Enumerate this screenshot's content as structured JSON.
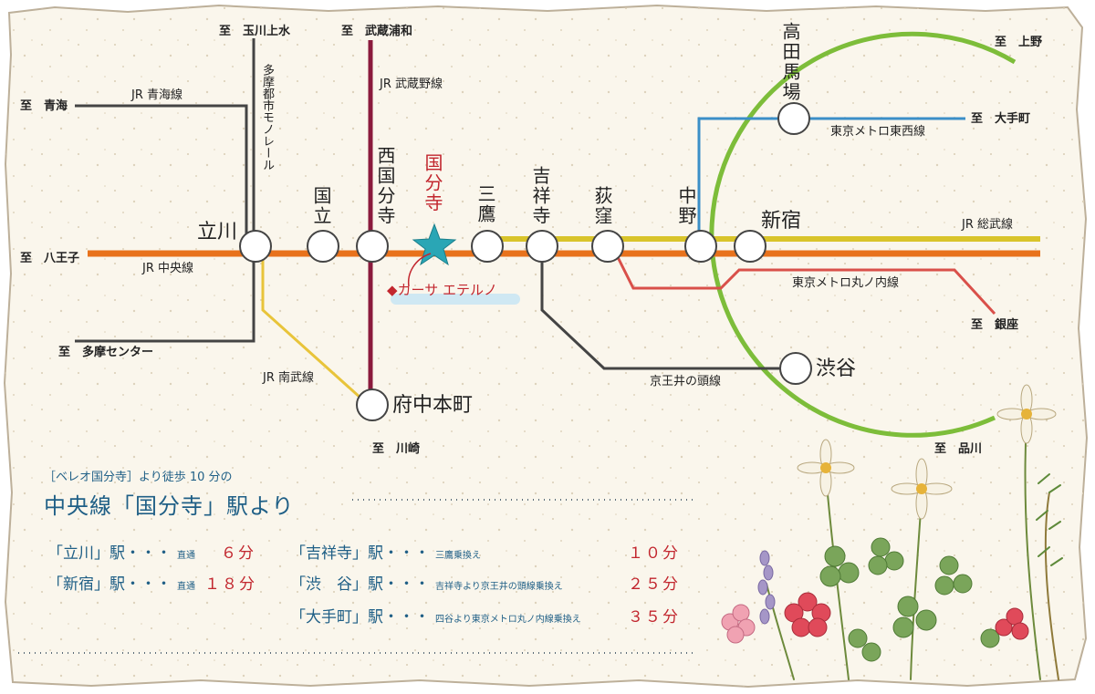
{
  "map": {
    "destinations": {
      "tamagawa_jousui": "至　玉川上水",
      "musashi_urawa": "至　武蔵浦和",
      "ome": "至　青海",
      "hachioji": "至　八王子",
      "tama_center": "至　多摩センター",
      "kawasaki": "至　川崎",
      "ueno": "至　上野",
      "otemachi": "至　大手町",
      "ginza": "至　銀座",
      "shinagawa": "至　品川"
    },
    "lines": {
      "ome": "JR 青海線",
      "monorail": "多摩都市モノレール",
      "musashino": "JR 武蔵野線",
      "chuo": "JR 中央線",
      "nambu": "JR 南武線",
      "sobu": "JR 総武線",
      "tozai": "東京メトロ東西線",
      "marunouchi": "東京メトロ丸ノ内線",
      "inokashira": "京王井の頭線"
    },
    "stations": {
      "tachikawa": "立川",
      "kunitachi": "国立",
      "nishi_kokubunji": "西国分寺",
      "kokubunji": "国分寺",
      "mitaka": "三鷹",
      "kichijoji": "吉祥寺",
      "ogikubo": "荻窪",
      "nakano": "中野",
      "shinjuku": "新宿",
      "takadanobaba": "高田馬場",
      "shibuya": "渋谷",
      "fuchu_honmachi": "府中本町"
    },
    "marker": "◆カーサ エテルノ"
  },
  "info": {
    "subtitle": "［ベレオ国分寺］より徒歩 10 分の",
    "title": "中央線「国分寺」駅より",
    "rows": [
      {
        "station": "「立川」駅・・・",
        "note": "直通",
        "time": "６分"
      },
      {
        "station": "「新宿」駅・・・",
        "note": "直通",
        "time": "１８分"
      },
      {
        "station": "「吉祥寺」駅・・・",
        "note": "三鷹乗換え",
        "time": "１０分"
      },
      {
        "station": "「渋　谷」駅・・・",
        "note": "吉祥寺より京王井の頭線乗換え",
        "time": "２５分"
      },
      {
        "station": "「大手町」駅・・・",
        "note": "四谷より東京メトロ丸ノ内線乗換え",
        "time": "３５分"
      }
    ]
  },
  "colors": {
    "chuo": "#e8721c",
    "sobu": "#d9c42a",
    "musashino": "#8b1a3d",
    "yamanote": "#7dbd3a",
    "tozai": "#3b8fc7",
    "marunouchi": "#d9504a",
    "nambu": "#e8c43a",
    "gray_line": "#444444",
    "accent": "#c2262e",
    "text_blue": "#1f5f86",
    "star": "#2aa6b5"
  }
}
